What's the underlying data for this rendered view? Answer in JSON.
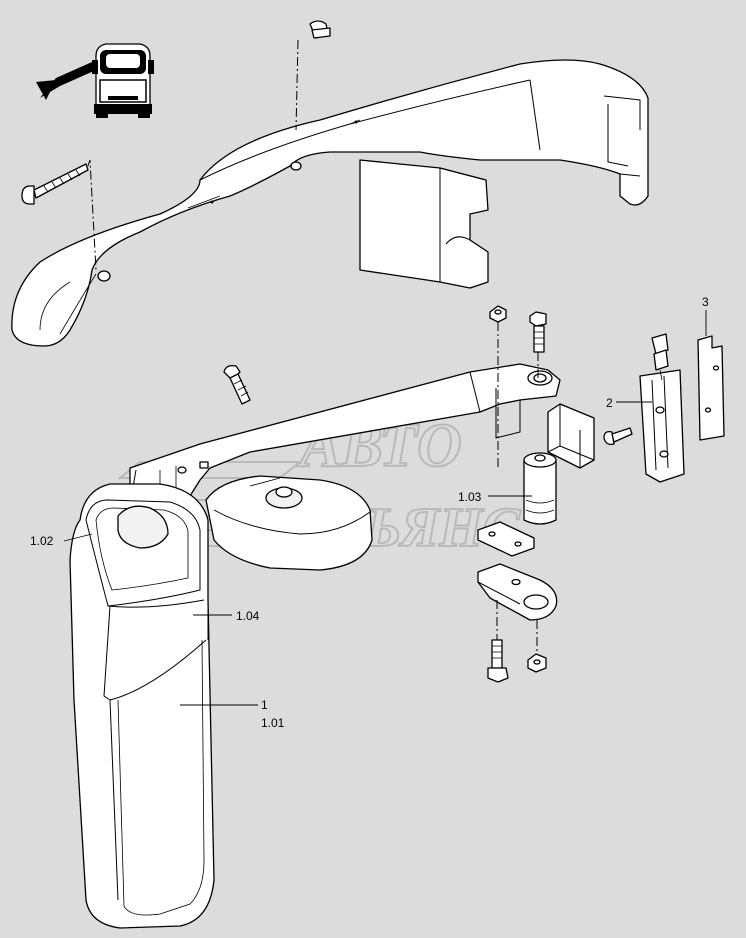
{
  "diagram": {
    "background_color": "#dcdcdc",
    "line_color": "#000000",
    "part_fill": "#ffffff",
    "watermark_color": "#b9b9b9"
  },
  "watermark": {
    "line1": "АВТО",
    "line2": "АЛЬЯНС"
  },
  "callouts": {
    "c1": "1",
    "c101": "1.01",
    "c102": "1.02",
    "c103": "1.03",
    "c104": "1.04",
    "c2": "2",
    "c3": "3"
  },
  "icons": {
    "truck": "truck-front-icon",
    "arrow": "direction-arrow-icon"
  }
}
